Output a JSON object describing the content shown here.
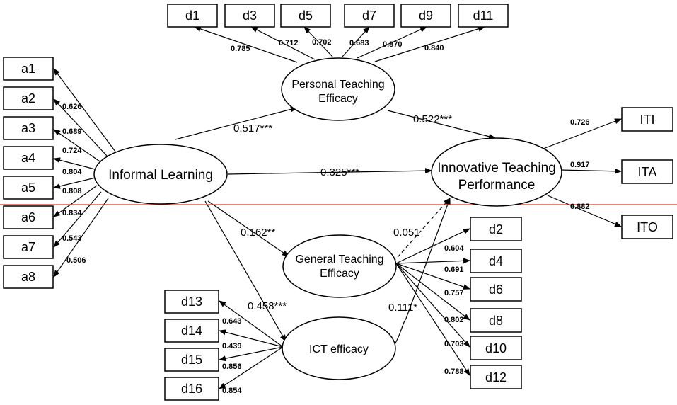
{
  "indicators": {
    "a1": "a1",
    "a2": "a2",
    "a3": "a3",
    "a4": "a4",
    "a5": "a5",
    "a6": "a6",
    "a7": "a7",
    "a8": "a8",
    "d1": "d1",
    "d3": "d3",
    "d5": "d5",
    "d7": "d7",
    "d9": "d9",
    "d11": "d11",
    "d2": "d2",
    "d4": "d4",
    "d6": "d6",
    "d8": "d8",
    "d10": "d10",
    "d12": "d12",
    "d13": "d13",
    "d14": "d14",
    "d15": "d15",
    "d16": "d16",
    "iti": "ITI",
    "ita": "ITA",
    "ito": "ITO"
  },
  "latents": {
    "informal_learning": "Informal Learning",
    "pte_line1": "Personal Teaching",
    "pte_line2": "Efficacy",
    "gte_line1": "General Teaching",
    "gte_line2": "Efficacy",
    "ict": "ICT efficacy",
    "itp_line1": "Innovative Teaching",
    "itp_line2": "Performance"
  },
  "loadings": {
    "a2": "0.626",
    "a3": "0.689",
    "a4": "0.724",
    "a5": "0.804",
    "a6": "0.808",
    "a7": "0.834",
    "a8": "0.543",
    "a9": "0.506",
    "d1": "0.785",
    "d3": "0.712",
    "d5": "0.702",
    "d7": "0.683",
    "d9": "0.870",
    "d11": "0.840",
    "d2": "0.604",
    "d4": "0.691",
    "d6": "0.757",
    "d8": "0.802",
    "d10": "0.703",
    "d12": "0.788",
    "d13": "0.643",
    "d14": "0.439",
    "d15": "0.856",
    "d16": "0.854",
    "iti": "0.726",
    "ita": "0.917",
    "ito": "0.882"
  },
  "paths": {
    "il_pte": "0.517***",
    "pte_itp": "0.522***",
    "il_itp": "0.325***",
    "il_gte": "0.162**",
    "gte_itp": "0.051",
    "il_ict": "0.458***",
    "ict_itp": "0.111*"
  }
}
